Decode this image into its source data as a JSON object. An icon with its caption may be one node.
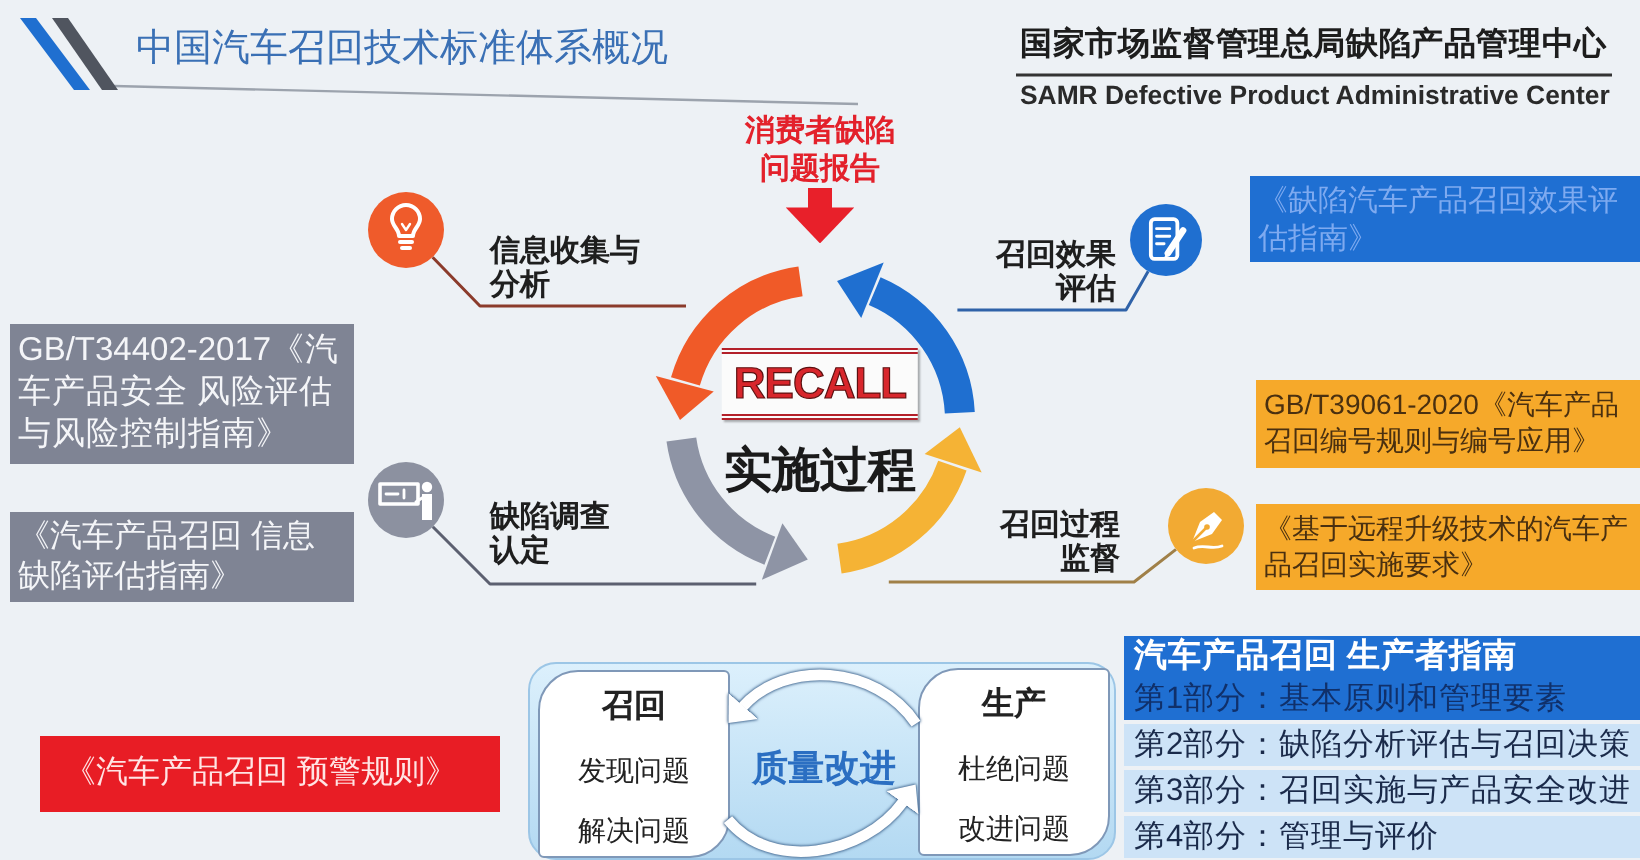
{
  "diagram": {
    "title": "中国汽车召回技术标准体系概况",
    "nodes": [
      {
        "text": [
          "消费者缺陷问题报告"
        ]
      },
      {
        "text": [],
        "shape": "circle"
      },
      {
        "text": [],
        "shape": "circle"
      },
      {
        "text": [
          "《缺陷汽车产品召回效果评估指南》"
        ]
      },
      {
        "text": [
          "RECALL",
          "实施过程"
        ]
      },
      {
        "text": [
          "GB/T34402-2017《汽车产品安全 风险评估与风险控制指南》"
        ]
      },
      {
        "text": [
          "GB/T39061-2020《汽车产品召回编号规则与编号应用》"
        ]
      },
      {
        "text": [],
        "shape": "circle"
      },
      {
        "text": [],
        "shape": "circle"
      },
      {
        "text": [
          "《基于远程升级技术的汽车产品召回实施要求》"
        ]
      },
      {
        "text": [
          "《汽车产品召回 信息缺陷评估指南》"
        ]
      },
      {
        "text": [
          "质量改进"
        ]
      },
      {
        "text": [
          "召回",
          "发现问题",
          "解决问题"
        ],
        "in": 11
      },
      {
        "text": [
          "生产",
          "杜绝问题",
          "改进问题"
        ],
        "in": 11
      },
      {
        "text": [
          "汽车产品召回 生产者指南",
          "第1部分：基本原则和管理要素",
          "第2部分：缺陷分析评估与召回决策",
          "第3部分：召回实施与产品安全改进",
          "第4部分：管理与评价"
        ]
      },
      {
        "text": [
          "《汽车产品召回 预警规则》"
        ]
      }
    ],
    "edges": [
      {
        "from": 0,
        "to": 4,
        "arrow": "to",
        "style": "thick",
        "color": "#e8202a"
      },
      {
        "from": 1,
        "to": 4,
        "arrow": "none",
        "label": "信息收集与分析",
        "color": "#8b3b2b"
      },
      {
        "from": 2,
        "to": 4,
        "arrow": "none",
        "label": "召回效果评估",
        "color": "#2f62a8"
      },
      {
        "from": 7,
        "to": 4,
        "arrow": "none",
        "label": "缺陷调查认定",
        "color": "#5c6070"
      },
      {
        "from": 8,
        "to": 4,
        "arrow": "none",
        "label": "召回过程监督",
        "color": "#a08048"
      },
      {
        "from": 13,
        "to": 12,
        "arrow": "to",
        "style": "thick"
      },
      {
        "from": 12,
        "to": 13,
        "arrow": "to",
        "style": "thick"
      }
    ],
    "labels": [
      "国家市场监督管理总局缺陷产品管理中心",
      "SAMR Defective Product Administrative Center"
    ]
  }
}
